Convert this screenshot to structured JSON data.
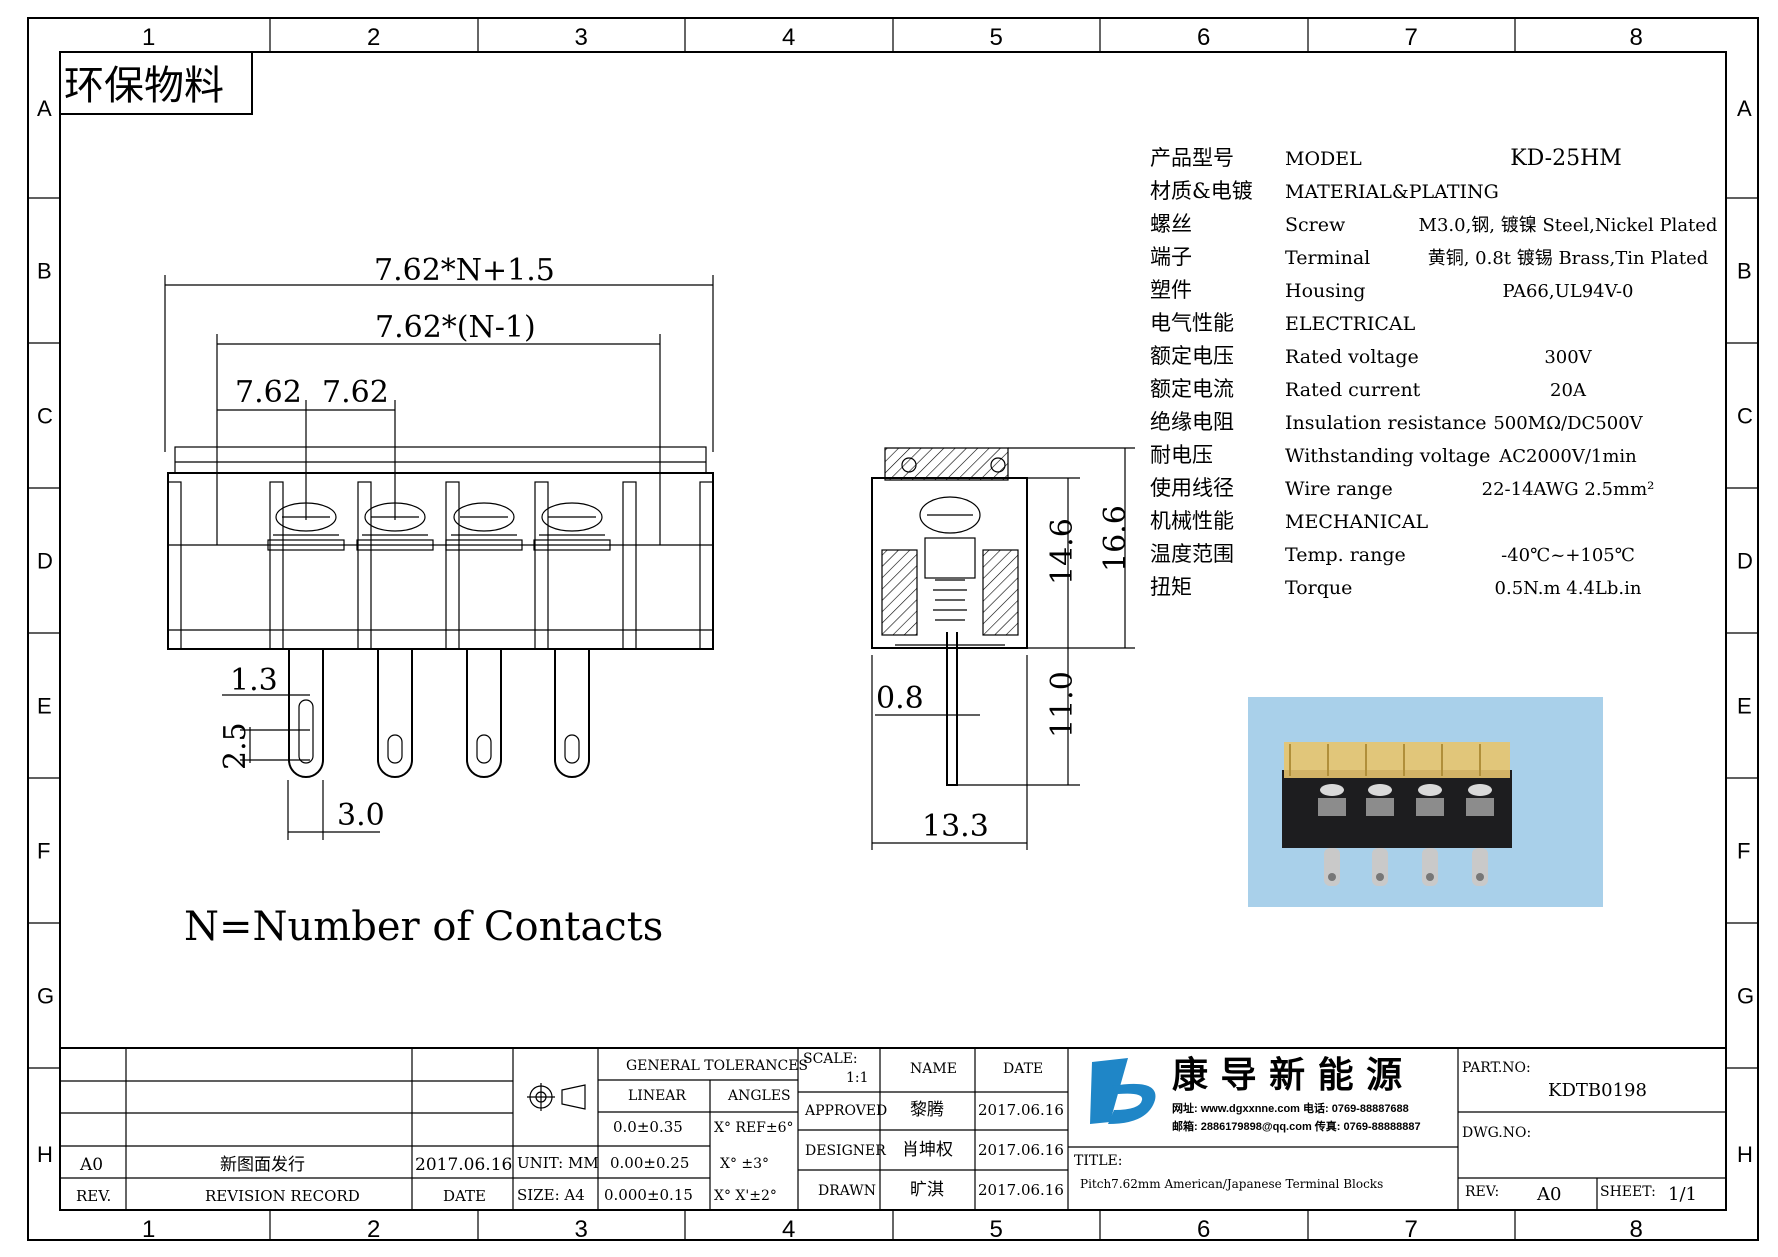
{
  "header_stamp": "环保物料",
  "grid": {
    "columns": [
      "1",
      "2",
      "3",
      "4",
      "5",
      "6",
      "7",
      "8"
    ],
    "rows": [
      "A",
      "B",
      "C",
      "D",
      "E",
      "F",
      "G",
      "H"
    ]
  },
  "front_view": {
    "dim_total": "7.62*N+1.5",
    "dim_span": "7.62*(N-1)",
    "dim_pitch_1": "7.62",
    "dim_pitch_2": "7.62",
    "dim_pin_width": "1.3",
    "dim_hole": "2.5",
    "dim_pin_pitch": "3.0"
  },
  "side_view": {
    "dim_body_height": "14.6",
    "dim_total_height": "16.6",
    "dim_pin_thickness": "0.8",
    "dim_pin_length": "11.0",
    "dim_depth": "13.3"
  },
  "note": "N=Number of Contacts",
  "specs": [
    {
      "cn": "产品型号",
      "en": "MODEL",
      "value": "KD-25HM"
    },
    {
      "cn": "材质&电镀",
      "en": "MATERIAL&PLATING",
      "value": ""
    },
    {
      "cn": "螺丝",
      "en": "Screw",
      "value": "M3.0,钢, 镀镍 Steel,Nickel Plated"
    },
    {
      "cn": "端子",
      "en": "Terminal",
      "value": "黄铜, 0.8t 镀锡 Brass,Tin Plated"
    },
    {
      "cn": "塑件",
      "en": "Housing",
      "value": "PA66,UL94V-0"
    },
    {
      "cn": "电气性能",
      "en": "ELECTRICAL",
      "value": ""
    },
    {
      "cn": "额定电压",
      "en": "Rated voltage",
      "value": "300V"
    },
    {
      "cn": "额定电流",
      "en": "Rated current",
      "value": "20A"
    },
    {
      "cn": "绝缘电阻",
      "en": "Insulation resistance",
      "value": "500MΩ/DC500V"
    },
    {
      "cn": "耐电压",
      "en": "Withstanding voltage",
      "value": "AC2000V/1min"
    },
    {
      "cn": "使用线径",
      "en": "Wire range",
      "value": "22-14AWG 2.5mm²"
    },
    {
      "cn": "机械性能",
      "en": "MECHANICAL",
      "value": ""
    },
    {
      "cn": "温度范围",
      "en": "Temp. range",
      "value": "-40℃~+105℃"
    },
    {
      "cn": "扭矩",
      "en": "Torque",
      "value": "0.5N.m  4.4Lb.in"
    }
  ],
  "title_block": {
    "rev_row": {
      "rev": "A0",
      "record": "新图面发行",
      "date": "2017.06.16"
    },
    "rev_header": {
      "rev": "REV.",
      "record": "REVISION RECORD",
      "date": "DATE"
    },
    "unit": "UNIT: MM",
    "size": "SIZE: A4",
    "general_tolerances": "GENERAL TOLERANCES",
    "linear": "LINEAR",
    "angles": "ANGLES",
    "tol_lin": [
      "0.0±0.35",
      "0.00±0.25",
      "0.000±0.15"
    ],
    "tol_ang": [
      "X° REF±6°",
      "X° ±3°",
      "X° X'±2°"
    ],
    "scale_label": "SCALE:",
    "scale": "1:1",
    "name_h": "NAME",
    "date_h": "DATE",
    "approved": "APPROVED",
    "designer": "DESIGNER",
    "drawn": "DRAWN",
    "approved_name": "黎腾",
    "designer_name": "肖坤权",
    "drawn_name": "旷淇",
    "approved_date": "2017.06.16",
    "designer_date": "2017.06.16",
    "drawn_date": "2017.06.16",
    "company": "康 导 新 能 源",
    "company_line1": "网址: www.dgxxnne.com  电话: 0769-88887688",
    "company_line2": "邮箱: 2886179898@qq.com  传真: 0769-88888887",
    "title_label": "TITLE:",
    "title": "Pitch7.62mm American/Japanese Terminal Blocks",
    "part_no_label": "PART.NO:",
    "part_no": "KDTB0198",
    "dwg_no_label": "DWG.NO:",
    "rev_label": "REV:",
    "rev_value": "A0",
    "sheet_label": "SHEET:",
    "sheet_value": "1/1"
  },
  "colors": {
    "photo_bg": "#a9d0ea",
    "housing": "#1d1d1f",
    "cover": "#e7c46e",
    "pin": "#c9c9c9",
    "logo": "#1f86c7"
  }
}
